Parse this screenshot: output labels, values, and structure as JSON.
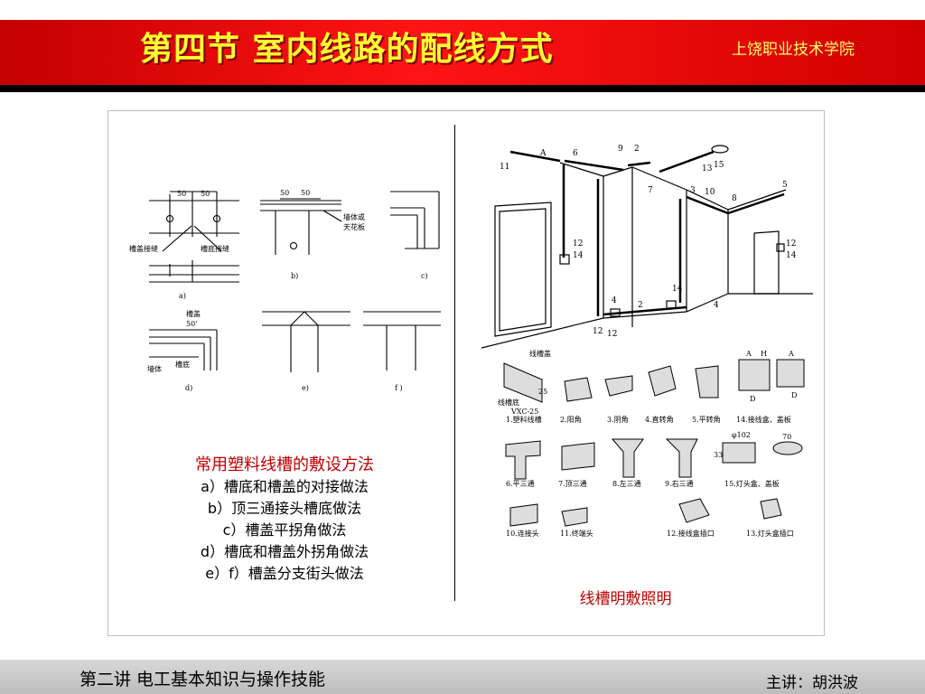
{
  "header": {
    "title": "第四节  室内线路的配线方式",
    "school": "上饶职业技术学院"
  },
  "left_caption": {
    "heading": "常用塑料线槽的敷设方法",
    "lines": [
      "a）槽底和槽盖的对接做法",
      "b）顶三通接头槽底做法",
      "c）槽盖平拐角做法",
      "d）槽底和槽盖外拐角做法",
      "e）f）槽盖分支街头做法"
    ]
  },
  "left_figure": {
    "dim_50": "50",
    "slot_cover_joint": "槽盖接缝",
    "slot_bottom_joint": "槽底接缝",
    "wall_or_ceiling_1": "墙体或",
    "wall_or_ceiling_2": "天花板",
    "slot_cover": "槽盖",
    "dim_50_prime": "50'",
    "wall": "墙体",
    "slot_bottom": "槽底",
    "label_a": "a)",
    "label_b": "b)",
    "label_c": "c)",
    "label_d": "d)",
    "label_e": "e)",
    "label_f": "f )"
  },
  "right_figure": {
    "caption": "线槽明敷照明",
    "numbers": [
      "11",
      "A",
      "6",
      "9",
      "2",
      "13",
      "15",
      "7",
      "3",
      "10",
      "8",
      "5",
      "12",
      "14",
      "4",
      "2",
      "12",
      "12",
      "14",
      "4",
      "12",
      "14"
    ],
    "slot_cover": "线槽盖",
    "slot_bottom": "线槽底",
    "model": "VXC-25",
    "dim_25": "25",
    "dim_phi102": "φ102",
    "dim_70": "70",
    "dim_33": "33",
    "dim_A": "A",
    "dim_H": "H",
    "dim_D": "D",
    "parts_row1": [
      "1.塑料线槽",
      "2.阳角",
      "3.阴角",
      "4.直转角",
      "5.平转角",
      "14.接线盒、盖板"
    ],
    "parts_row2": [
      "6.平三通",
      "7.顶三通",
      "8.左三通",
      "9.右三通",
      "15.灯头盒、盖板"
    ],
    "parts_row3": [
      "10.连接头",
      "11.终端头",
      "12.接线盒插口",
      "13.灯头盒插口"
    ]
  },
  "footer": {
    "lecture": "第二讲  电工基本知识与操作技能",
    "speaker": "主讲：胡洪波"
  }
}
